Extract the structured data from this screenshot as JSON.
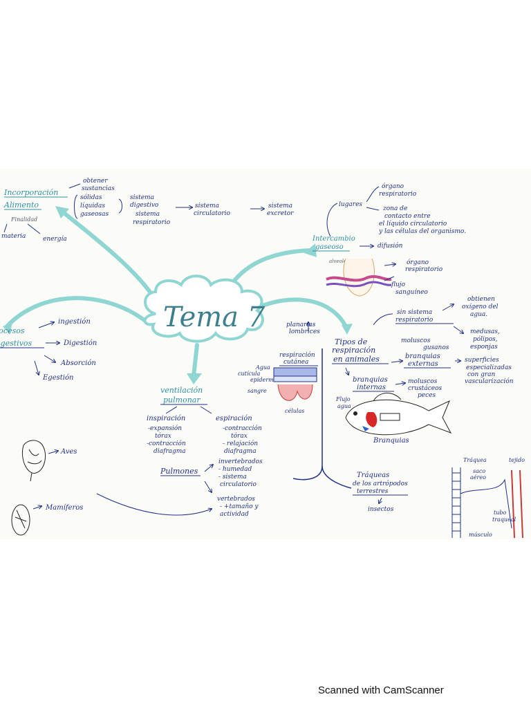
{
  "central": {
    "title": "Tema 7"
  },
  "incorporacion": {
    "title_line1": "Incorporación",
    "title_line2": "Alimento",
    "finalidad": "Finalidad",
    "materia": "materia",
    "energia": "energía",
    "obtener_line1": "obtener",
    "obtener_line2": "sustancias",
    "solidas": "sólidas",
    "liquidas": "líquidas",
    "gaseosas": "gaseosas",
    "sistema_digestivo_line1": "sistema",
    "sistema_digestivo_line2": "digestivo",
    "sistema_respiratorio_line1": "sistema",
    "sistema_respiratorio_line2": "respiratorio",
    "circulatorio_line1": "sistema",
    "circulatorio_line2": "circulatorio",
    "excretor_line1": "sistema",
    "excretor_line2": "excretor"
  },
  "intercambio": {
    "title_line1": "Intercambio",
    "title_line2": "gaseoso",
    "lugares": "lugares",
    "organo_line1": "órgano",
    "organo_line2": "respiratorio",
    "zona_line1": "zona de",
    "zona_line2": "contacto entre",
    "zona_line3": "el líquido circulatorio",
    "zona_line4": "y las células del organismo.",
    "difusion": "difusión",
    "alveolo": "alveolo",
    "organo_resp_line1": "órgano",
    "organo_resp_line2": "respiratorio",
    "flujo_line1": "flujo",
    "flujo_line2": "sanguíneo"
  },
  "procesos": {
    "title_line1": "procesos",
    "title_line2": "digestivos",
    "ingestion": "ingestión",
    "digestion": "Digestión",
    "absorcion": "Absorción",
    "egestion": "Egestión"
  },
  "ventilacion": {
    "title_line1": "ventilación",
    "title_line2": "pulmonar",
    "inspiracion": "inspiración",
    "insp_items": [
      "-expansión",
      "tórax",
      "-contracción",
      "diafragma"
    ],
    "espiracion": "espiración",
    "esp_items": [
      "-contracción",
      "tórax",
      "- relajación",
      "diafragma"
    ],
    "pulmones": "Pulmones",
    "invert_items": [
      "invertebrados",
      "- humedad",
      "- sistema",
      "circulatorio"
    ],
    "vert_items": [
      "vertebrados",
      "- +tamaño y",
      "actividad"
    ],
    "aves": "Aves",
    "mamiferos": "Mamíferos"
  },
  "tipos": {
    "title_line1": "Tipos de",
    "title_line2": "respiración",
    "title_line3": "en animales",
    "planarias_line1": "planarias",
    "planarias_line2": "lombrices",
    "cutanea_line1": "respiración",
    "cutanea_line2": "cutánea",
    "agua": "Agua",
    "cuticula": "cutícula",
    "epidermis": "epidermis",
    "sangre": "sangre",
    "celulas": "células",
    "sin_sistema_line1": "sin sistema",
    "sin_sistema_line2": "respiratorio",
    "obtienen_line1": "obtienen",
    "obtienen_line2": "oxígeno del",
    "obtienen_line3": "agua.",
    "medusas_line1": "medusas,",
    "medusas_line2": "pólipos,",
    "medusas_line3": "esponjas",
    "moluscos_line1": "moluscos",
    "moluscos_line2": "gusanos",
    "branq_ext_line1": "branquias",
    "branq_ext_line2": "externas",
    "superficies_line1": "superficies",
    "superficies_line2": "especializadas",
    "superficies_line3": "con gran",
    "superficies_line4": "vascularización",
    "branq_int_line1": "branquias",
    "branq_int_line2": "internas",
    "moluscos2_line1": "moluscos",
    "moluscos2_line2": "crustáceos",
    "moluscos2_line3": "peces",
    "flujo_line1": "Flujo",
    "flujo_line2": "agua",
    "branquias": "Branquias",
    "traqueas_line1": "Tráqueas",
    "traqueas_line2": "de los artrópodos",
    "traqueas_line3": "terrestres",
    "insectos": "insectos",
    "traquea": "Tráquea",
    "saco_line1": "saco",
    "saco_line2": "aéreo",
    "tubo_line1": "tubo",
    "tubo_line2": "traqueal",
    "musculo": "músculo",
    "tejido": "tejido"
  },
  "colors": {
    "ink_blue": "#1f2f8a",
    "teal_title": "#2f8fa3",
    "arrow_teal": "#8fd6d2",
    "fish_red": "#d62828"
  },
  "footer": {
    "scanner": "Scanned with CamScanner"
  }
}
